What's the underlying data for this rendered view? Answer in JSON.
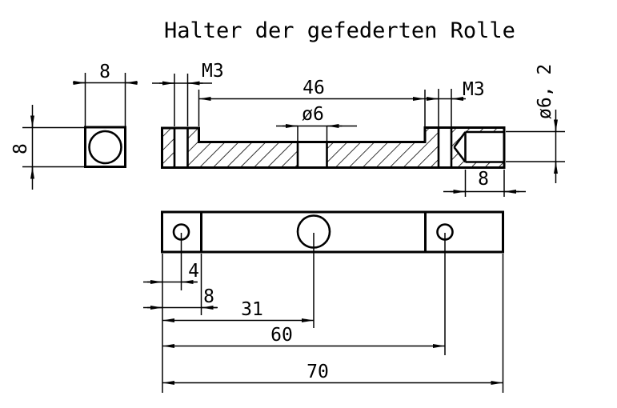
{
  "title": "Halter der gefederten Rolle",
  "colors": {
    "line": "#000000",
    "background": "#ffffff"
  },
  "views": {
    "end_view": {
      "width": "8",
      "height": "8"
    },
    "section_view": {
      "thread_left": "M3",
      "span": "46",
      "thread_right": "M3",
      "bore": "ø6",
      "counterbore_dia": "ø6, 2",
      "counterbore_depth": "8"
    },
    "plan_view": {
      "hole1_offset": "4",
      "boss_width": "8",
      "center_hole_offset": "31",
      "hole3_offset": "60",
      "total_length": "70"
    }
  }
}
